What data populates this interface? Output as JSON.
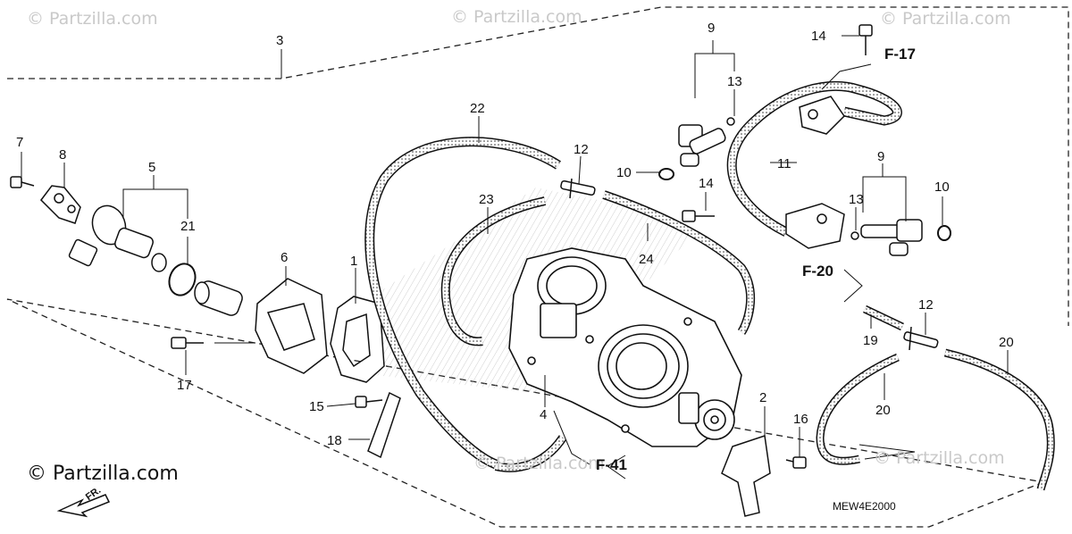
{
  "watermarks": [
    "© Partzilla.com",
    "© Partzilla.com",
    "© Partzilla.com",
    "© Partzilla.com",
    "© Partzilla.com"
  ],
  "brand": "© Partzilla.com",
  "diagram_code": "MEW4E2000",
  "front_arrow_label": "FR.",
  "reference_labels": [
    "F-17",
    "F-20",
    "F-41"
  ],
  "callouts": [
    "1",
    "2",
    "3",
    "4",
    "5",
    "6",
    "7",
    "8",
    "9",
    "10",
    "11",
    "12",
    "13",
    "14",
    "15",
    "16",
    "17",
    "18",
    "19",
    "20",
    "21",
    "22",
    "23",
    "24"
  ]
}
